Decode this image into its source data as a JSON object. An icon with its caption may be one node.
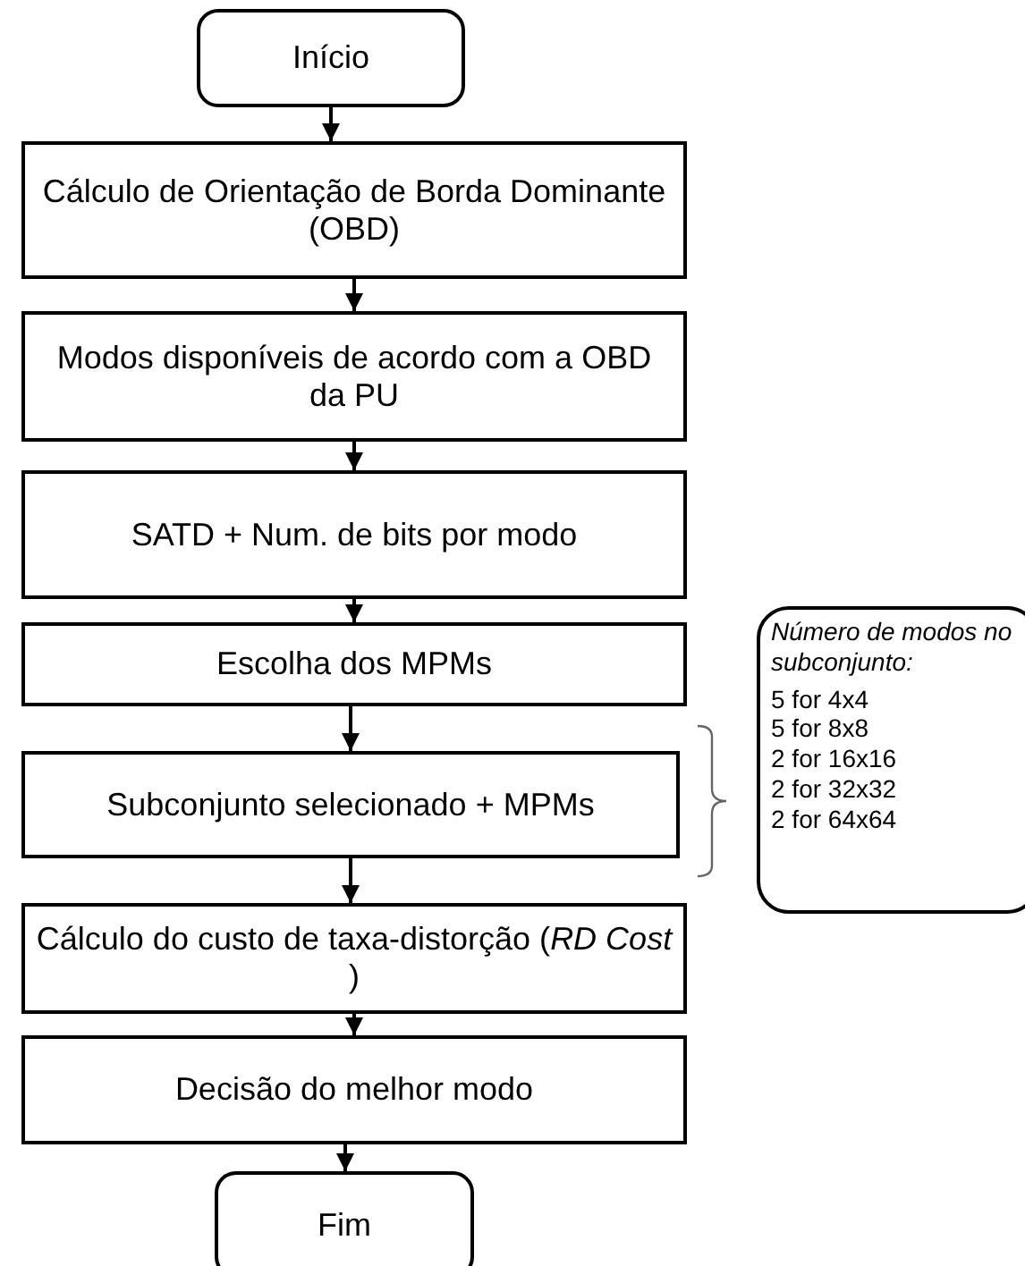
{
  "diagram": {
    "nodes": [
      {
        "text": [
          "Início"
        ]
      },
      {
        "text": [
          "Cálculo de Orientação de Borda Dominante (OBD)"
        ]
      },
      {
        "text": [
          "Modos disponíveis de acordo com a OBD da PU"
        ]
      },
      {
        "text": [
          "SATD + Num. de bits por modo"
        ]
      },
      {
        "text": [
          "Escolha dos MPMs"
        ]
      },
      {
        "text": [
          "Subconjunto selecionado + MPMs"
        ]
      },
      {
        "text": [
          "Cálculo do custo de taxa-distorção (*RD Cost* )"
        ]
      },
      {
        "text": [
          "Decisão do melhor modo"
        ]
      },
      {
        "text": [
          "Fim"
        ]
      },
      {
        "text": [
          "Número de modos no subconjunto:",
          "5 for 4x4",
          "5 for 8x8",
          "2 for 16x16",
          "2 for 32x32",
          "2 for 64x64"
        ]
      }
    ],
    "edges": [
      {
        "from": 0,
        "to": 1,
        "arrow": "to"
      },
      {
        "from": 1,
        "to": 2,
        "arrow": "to"
      },
      {
        "from": 2,
        "to": 3,
        "arrow": "to"
      },
      {
        "from": 3,
        "to": 4,
        "arrow": "to"
      },
      {
        "from": 4,
        "to": 5,
        "arrow": "to"
      },
      {
        "from": 5,
        "to": 6,
        "arrow": "to"
      },
      {
        "from": 6,
        "to": 7,
        "arrow": "to"
      },
      {
        "from": 7,
        "to": 8,
        "arrow": "to"
      }
    ]
  }
}
